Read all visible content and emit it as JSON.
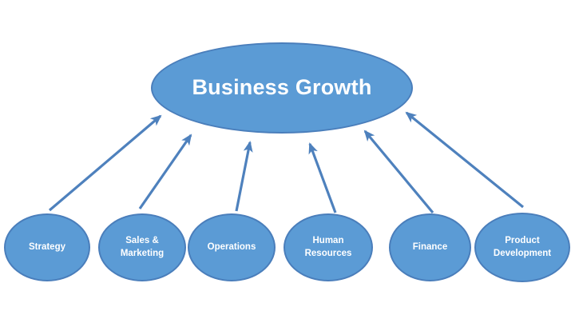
{
  "diagram": {
    "background_color": "#FFFFFF",
    "colors": {
      "node_fill": "#5B9BD5",
      "node_border": "#4A7EBB",
      "arrow": "#4E81BD",
      "label_text": "#FFFFFF"
    },
    "center_node": {
      "id": "business-growth",
      "label": "Business Growth"
    },
    "nodes": [
      {
        "id": "strategy",
        "label": "Strategy"
      },
      {
        "id": "sales-marketing",
        "label": "Sales &\nMarketing"
      },
      {
        "id": "operations",
        "label": "Operations"
      },
      {
        "id": "human-resources",
        "label": "Human\nResources"
      },
      {
        "id": "finance",
        "label": "Finance"
      },
      {
        "id": "product-development",
        "label": "Product\nDevelopment"
      }
    ],
    "connections": [
      {
        "from": "Strategy",
        "to": "Business Growth"
      },
      {
        "from": "Sales & Marketing",
        "to": "Business Growth"
      },
      {
        "from": "Operations",
        "to": "Business Growth"
      },
      {
        "from": "Human Resources",
        "to": "Business Growth"
      },
      {
        "from": "Finance",
        "to": "Business Growth"
      },
      {
        "from": "Product Development",
        "to": "Business Growth"
      }
    ]
  }
}
